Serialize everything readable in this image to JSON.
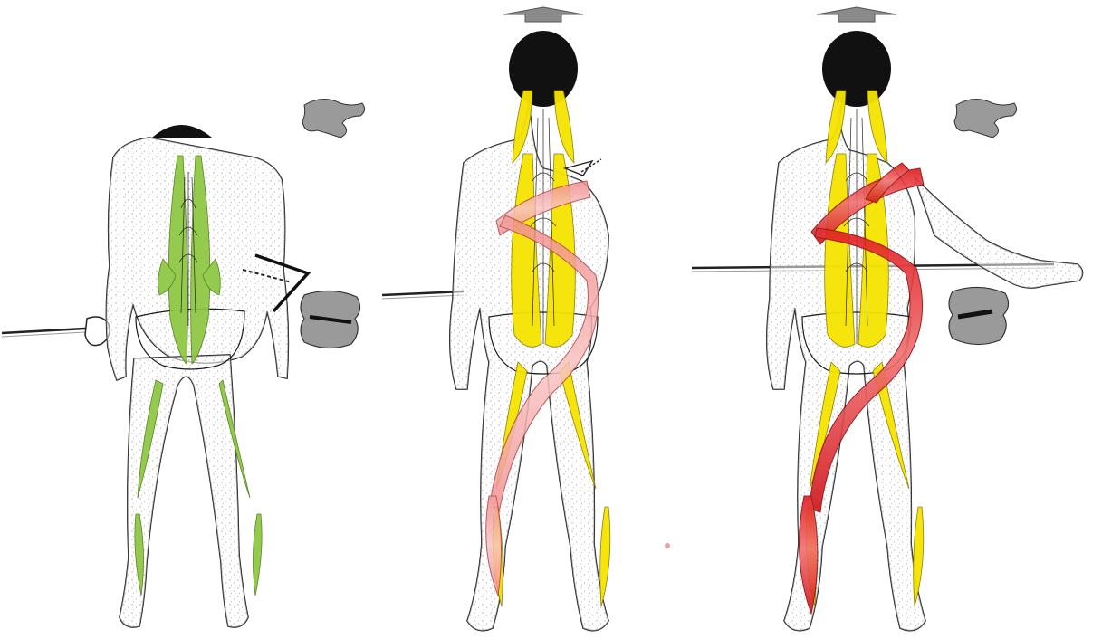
{
  "colors": {
    "background": "#ffffff",
    "outline": "#1a1a1a",
    "skin_stipple": "#444444",
    "hair": "#111111",
    "muscle_green": "#8cc63f",
    "muscle_yellow": "#f5e400",
    "spiral_pink": "#f4a6a6",
    "spiral_red": "#e0191f",
    "arrow_grey": "#8a8a8a",
    "vertebra": "#777777"
  },
  "figures": [
    {
      "id": "flexed",
      "muscle_chain": "green",
      "posture": "forward-bend",
      "rod_side": "left",
      "indicator": "chevron-arrow",
      "vertebra_icons": 2
    },
    {
      "id": "rotating-mild",
      "muscle_chain": "yellow",
      "spiral": "pink",
      "posture": "upright",
      "rod_side": "left",
      "indicator": "up-arrow",
      "vertebra_icons": 0
    },
    {
      "id": "rotating-strong",
      "muscle_chain": "yellow",
      "spiral": "red",
      "posture": "upright-arm-out",
      "rod_side": "right",
      "indicator": "up-arrow",
      "vertebra_icons": 2
    }
  ],
  "icons": [
    "chevron-arrow-icon",
    "up-arrow-icon",
    "vertebra-icon"
  ]
}
